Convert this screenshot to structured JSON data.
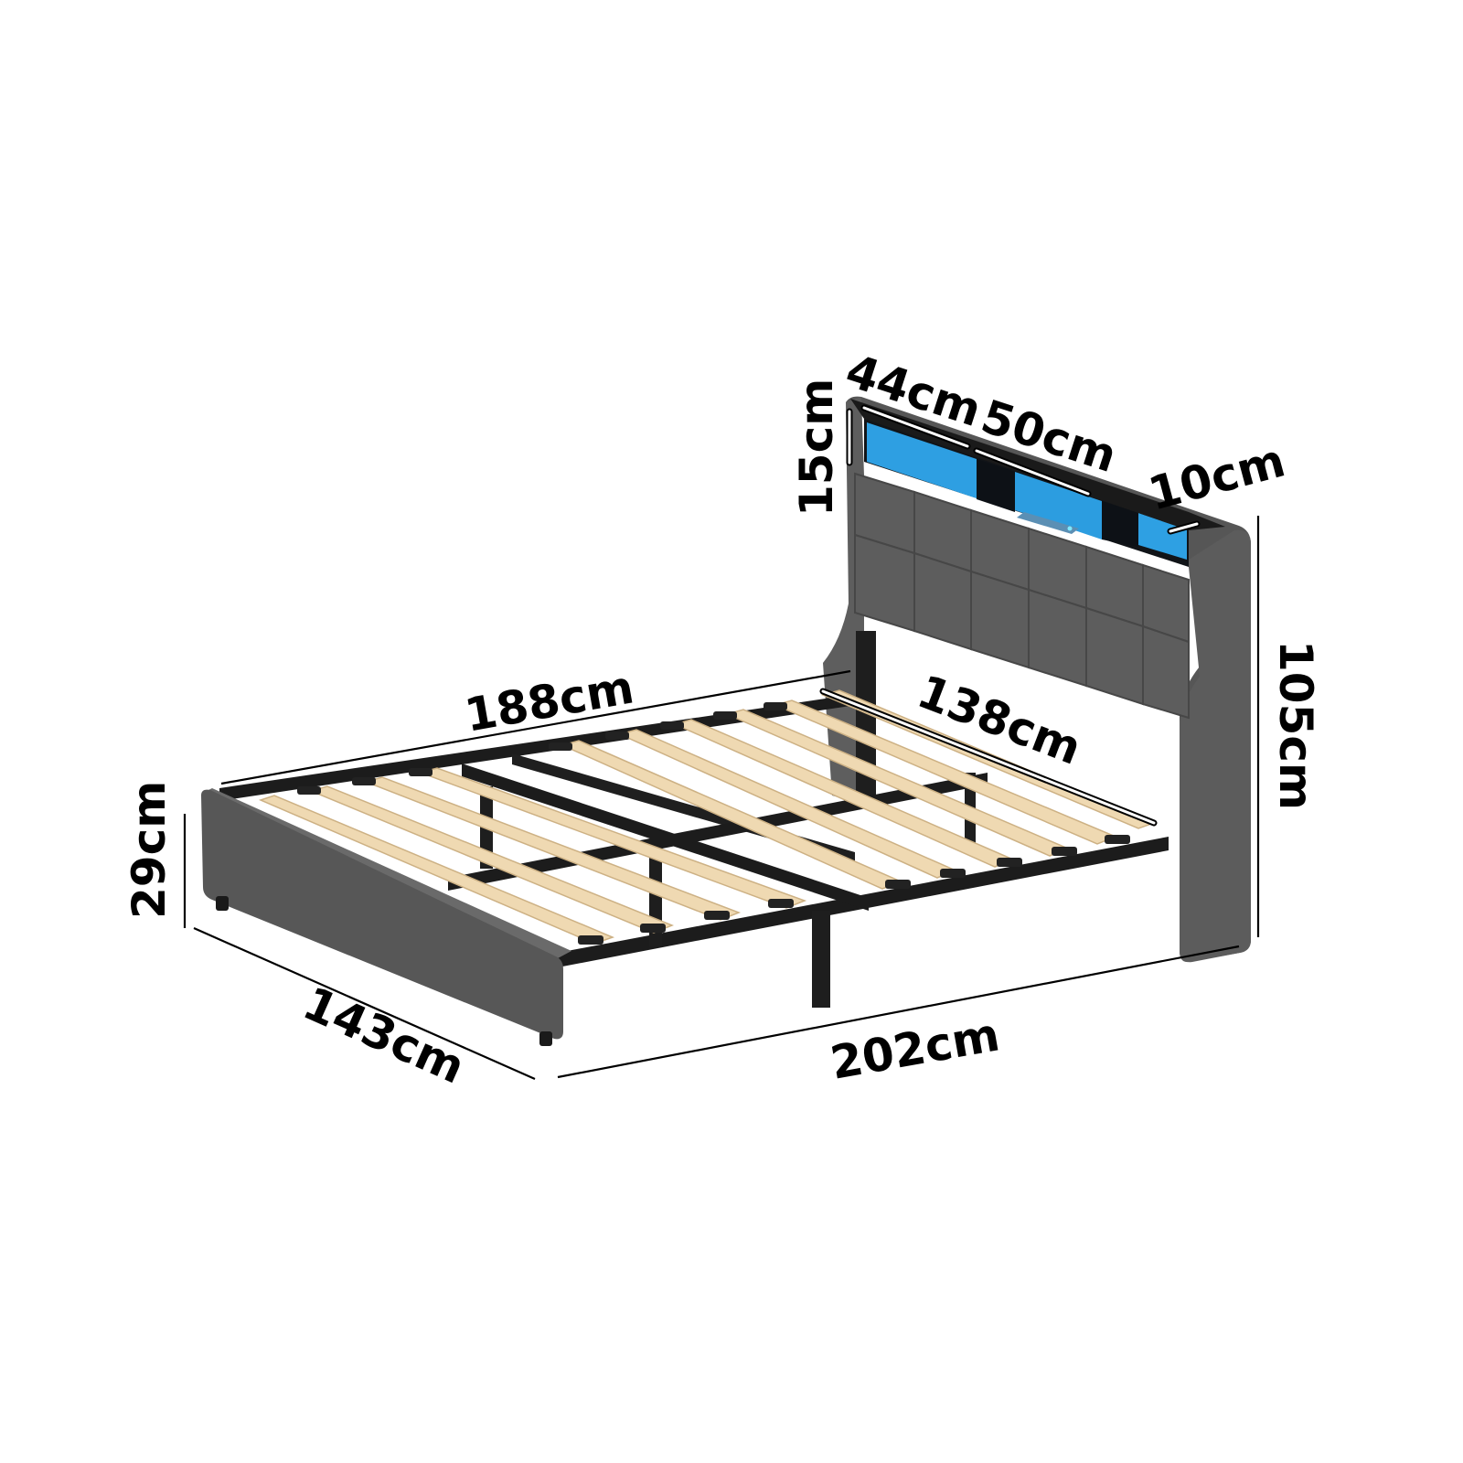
{
  "diagram": {
    "subject": "Upholstered bed frame with LED storage headboard",
    "colors": {
      "background": "#ffffff",
      "fabric": "#5a5a5a",
      "fabric_dark": "#4a4a4a",
      "fabric_light": "#6a6a6a",
      "metal": "#1c1c1c",
      "slat": "#efd9b2",
      "slat_shadow": "#d9c093",
      "led_blue": "#2fa3e6",
      "shelf_dark": "#101418",
      "text": "#000000"
    },
    "dimensions": {
      "shelf_height": "15cm",
      "shelf_left_width": "44cm",
      "shelf_middle_width": "50cm",
      "shelf_depth": "10cm",
      "headboard_height": "105cm",
      "inner_length": "188cm",
      "inner_width": "138cm",
      "side_rail_height": "29cm",
      "overall_width": "143cm",
      "overall_length": "202cm"
    }
  }
}
